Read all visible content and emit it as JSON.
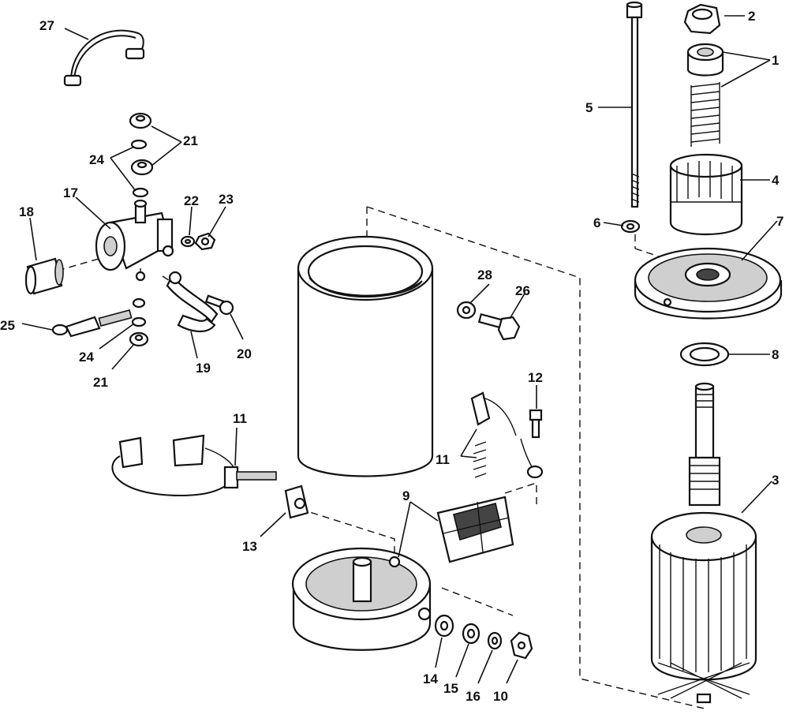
{
  "diagram": {
    "callouts": {
      "c1": "1",
      "c2": "2",
      "c3": "3",
      "c4": "4",
      "c5": "5",
      "c6": "6",
      "c7": "7",
      "c8": "8",
      "c9": "9",
      "c10": "10",
      "c11a": "11",
      "c11b": "11",
      "c12": "12",
      "c13": "13",
      "c14": "14",
      "c15": "15",
      "c16": "16",
      "c17": "17",
      "c18": "18",
      "c19": "19",
      "c20": "20",
      "c21a": "21",
      "c21b": "21",
      "c22": "22",
      "c23": "23",
      "c24a": "24",
      "c24b": "24",
      "c25": "25",
      "c26": "26",
      "c27": "27",
      "c28": "28"
    }
  }
}
